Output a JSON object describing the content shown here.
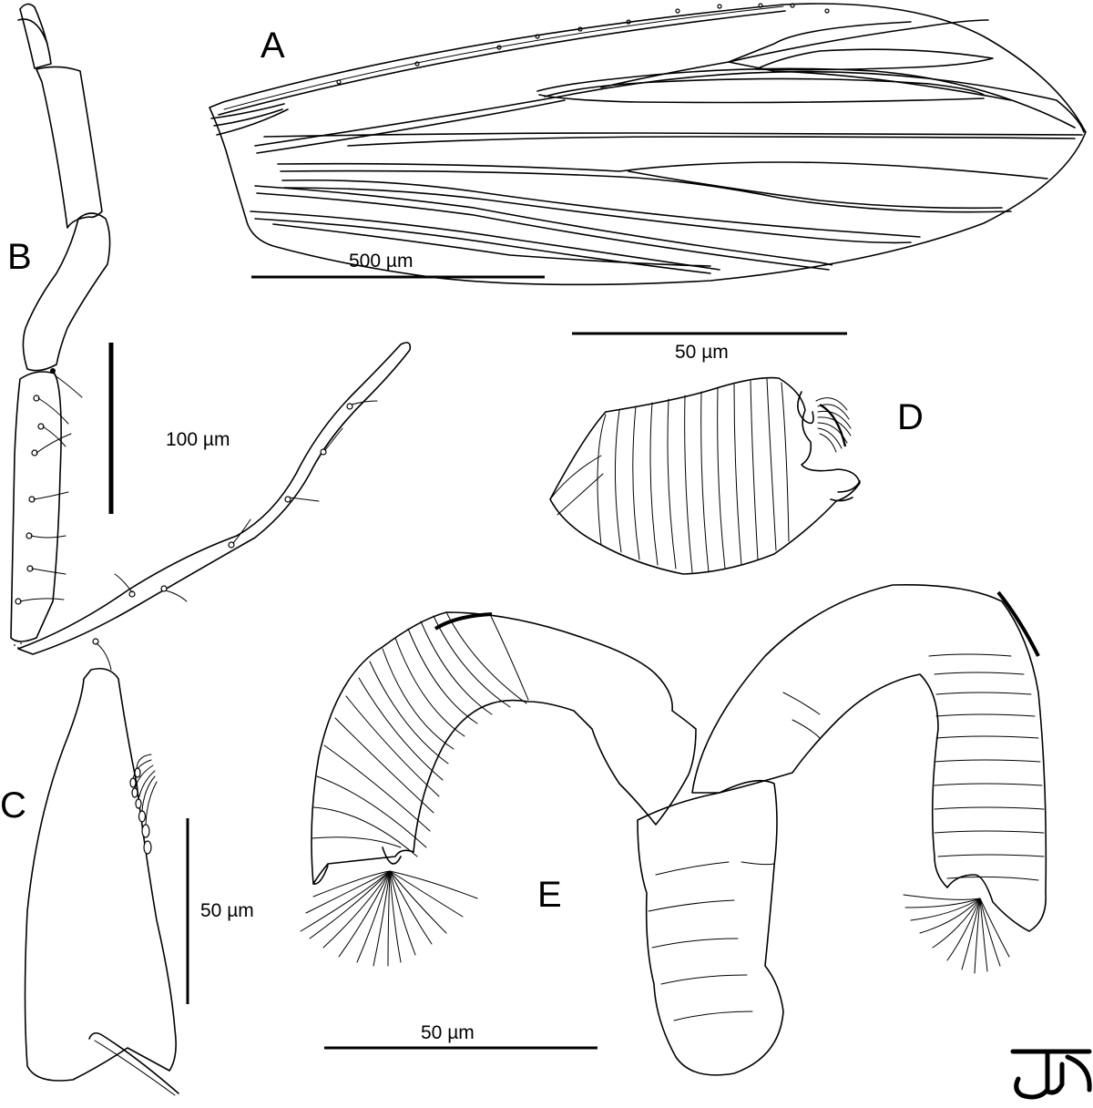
{
  "panels": {
    "A": {
      "letter": "A",
      "scale_label": "500 µm"
    },
    "B": {
      "letter": "B",
      "scale_label": "100 µm"
    },
    "C": {
      "letter": "C",
      "scale_label": "50 µm"
    },
    "D": {
      "letter": "D",
      "scale_label": "50 µm"
    },
    "E": {
      "letter": "E",
      "scale_label": "50 µm"
    }
  },
  "signature": "TJ"
}
